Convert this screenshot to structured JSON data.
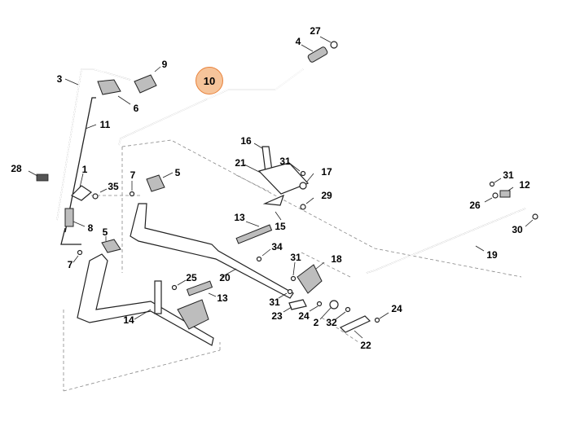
{
  "diagram": {
    "highlight_color": "#f6c49a",
    "highlight_stroke": "#e8813a",
    "highlighted_part": "10",
    "callouts": [
      "27",
      "4",
      "9",
      "10",
      "3",
      "6",
      "11",
      "28",
      "1",
      "35",
      "7",
      "5",
      "8",
      "7",
      "16",
      "21",
      "31",
      "17",
      "29",
      "13",
      "15",
      "34",
      "31",
      "18",
      "20",
      "25",
      "13",
      "14",
      "31",
      "23",
      "24",
      "2",
      "32",
      "24",
      "22",
      "31",
      "12",
      "26",
      "30",
      "19",
      "5"
    ]
  }
}
